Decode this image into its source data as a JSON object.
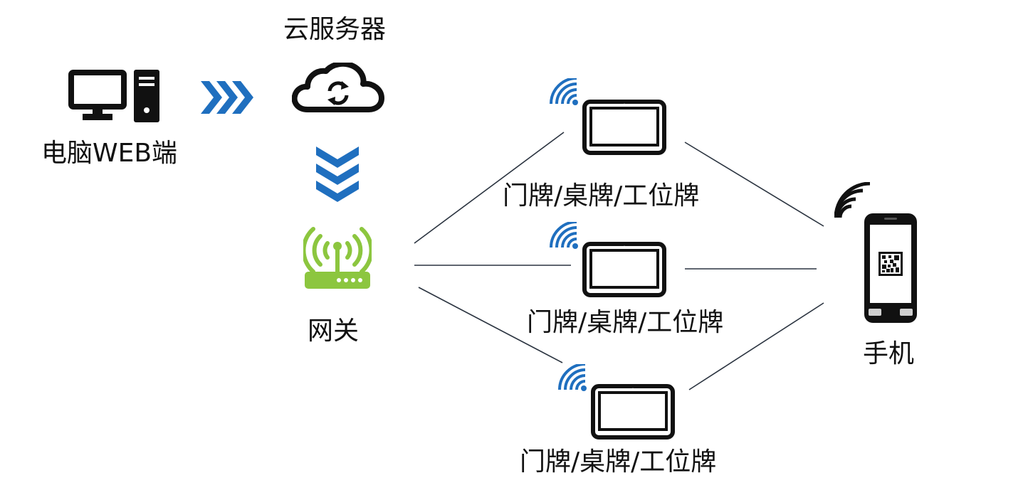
{
  "diagram": {
    "nodes": {
      "pc": {
        "label": "电脑WEB端",
        "icon": "desktop-computer-icon"
      },
      "cloud": {
        "label": "云服务器",
        "icon": "cloud-sync-icon"
      },
      "gateway": {
        "label": "网关",
        "icon": "wifi-router-icon"
      },
      "signs": [
        {
          "label": "门牌/桌牌/工位牌",
          "icon": "tablet-display-icon"
        },
        {
          "label": "门牌/桌牌/工位牌",
          "icon": "tablet-display-icon"
        },
        {
          "label": "门牌/桌牌/工位牌",
          "icon": "tablet-display-icon"
        }
      ],
      "phone": {
        "label": "手机",
        "icon": "smartphone-qr-icon"
      }
    },
    "flows": [
      {
        "from": "pc",
        "to": "cloud",
        "style": "chevron-arrow"
      },
      {
        "from": "cloud",
        "to": "gateway",
        "style": "chevron-arrow"
      },
      {
        "from": "gateway",
        "to": "sign-1",
        "style": "line"
      },
      {
        "from": "gateway",
        "to": "sign-2",
        "style": "line"
      },
      {
        "from": "gateway",
        "to": "sign-3",
        "style": "line"
      },
      {
        "from": "sign-1",
        "to": "phone",
        "style": "line"
      },
      {
        "from": "sign-2",
        "to": "phone",
        "style": "line"
      },
      {
        "from": "sign-3",
        "to": "phone",
        "style": "line"
      }
    ],
    "colors": {
      "arrow_blue": "#1f6fbf",
      "wifi_blue": "#1f6fbf",
      "router_green": "#8cc63f",
      "icon_black": "#111111",
      "line": "#2b3440"
    }
  }
}
